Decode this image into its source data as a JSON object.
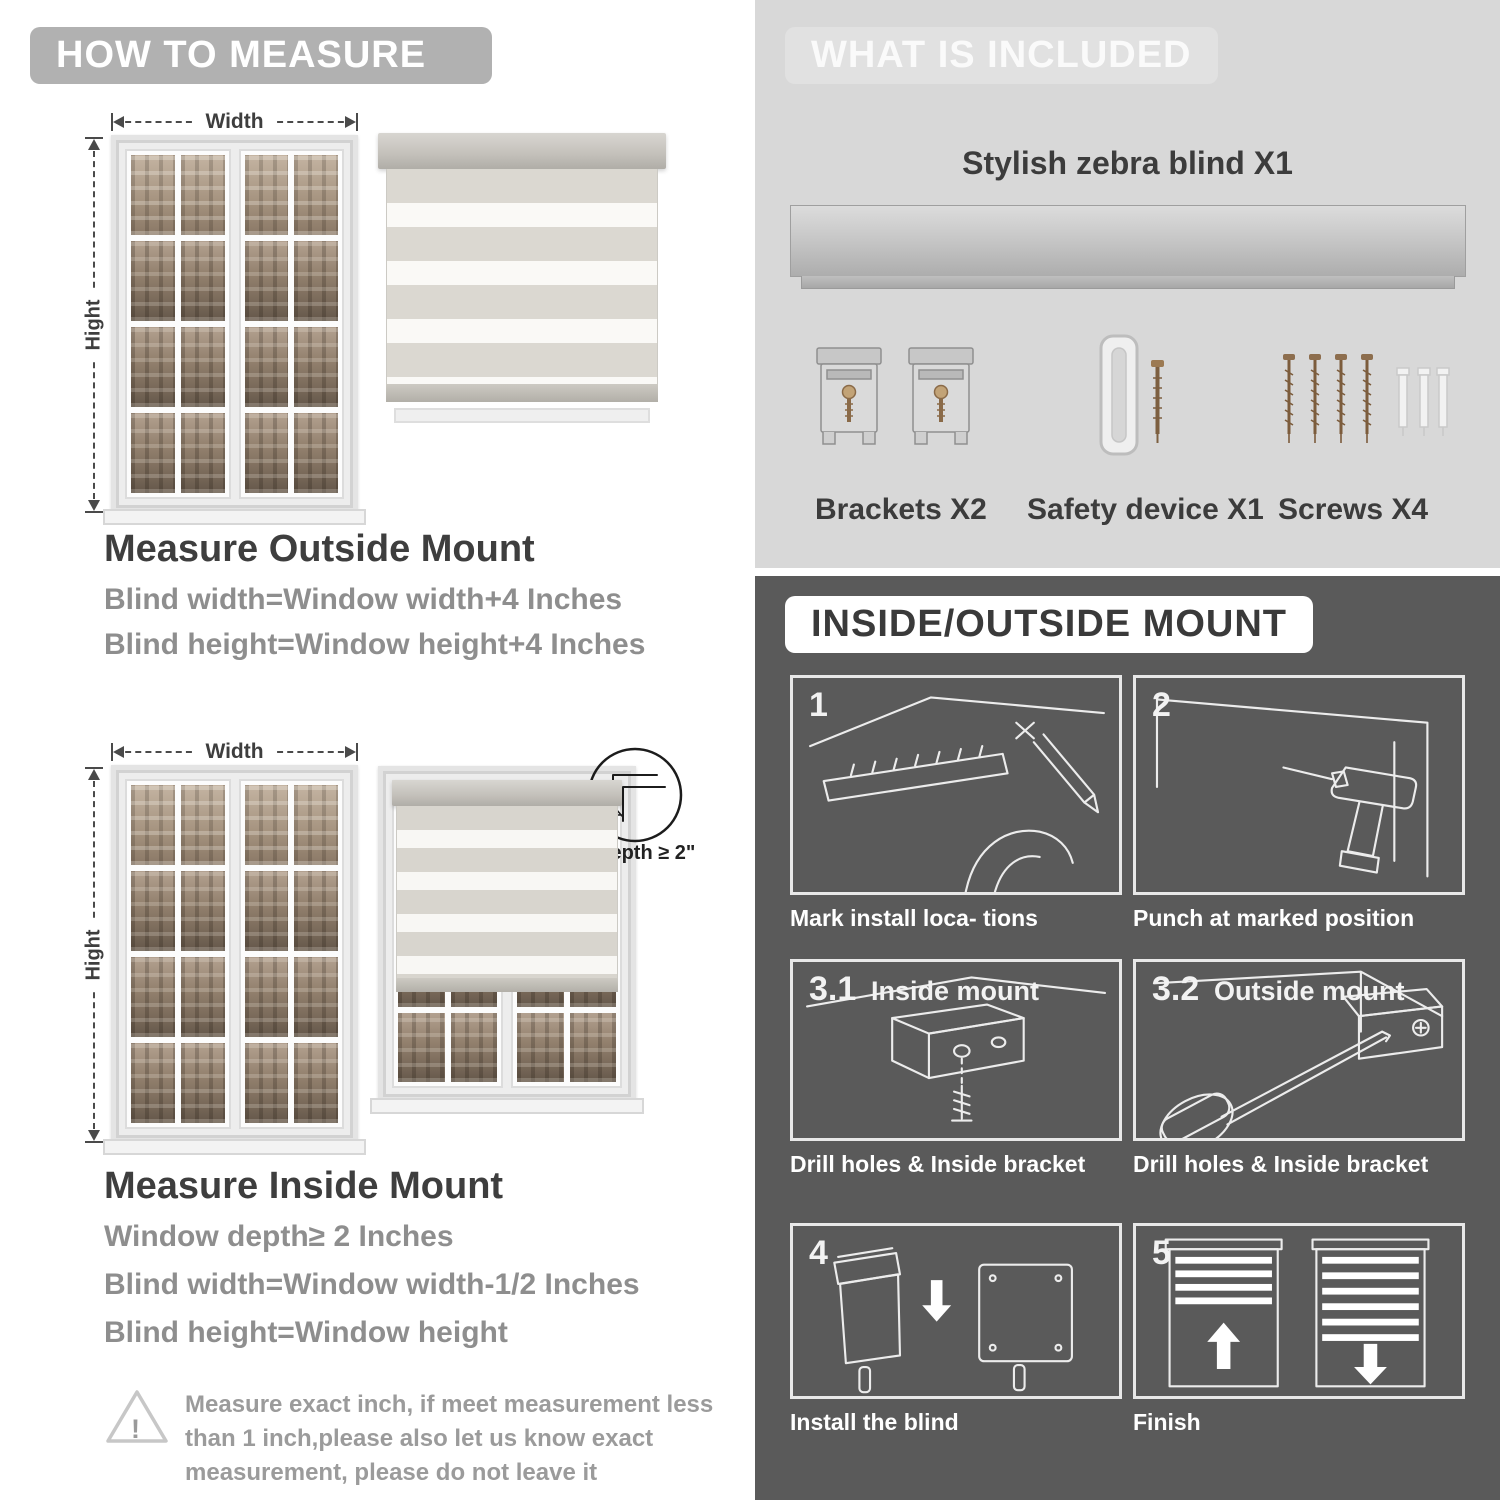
{
  "palette": {
    "light_section_bg": "#d8d8d8",
    "dark_section_bg": "#5a5a5a",
    "header_pill_gray": "#b1b1b1",
    "heading_text": "#3e3e3e",
    "body_text": "#8e8e8e"
  },
  "measure": {
    "header": "HOW TO MEASURE",
    "outside": {
      "width_label": "Width",
      "height_label": "Hight",
      "heading": "Measure Outside Mount",
      "lines": [
        "Blind width=Window width+4 Inches",
        "Blind height=Window height+4 Inches"
      ]
    },
    "inside": {
      "width_label": "Width",
      "height_label": "Hight",
      "depth_label": "Depth ≥ 2\"",
      "heading": "Measure Inside Mount",
      "lines": [
        "Window depth≥ 2 Inches",
        "Blind width=Window width-1/2 Inches",
        "Blind height=Window height"
      ]
    },
    "warning": {
      "mark": "!",
      "lines": [
        "Measure exact inch, if meet measurement less",
        "than 1 inch,please also let us know exact",
        "measurement, please do not leave it"
      ]
    }
  },
  "included": {
    "header": "WHAT IS INCLUDED",
    "blind_label": "Stylish zebra blind X1",
    "items": [
      {
        "name": "brackets",
        "label": "Brackets X2"
      },
      {
        "name": "safety-device",
        "label": "Safety device X1"
      },
      {
        "name": "screws",
        "label": "Screws X4"
      }
    ]
  },
  "mount": {
    "header": "INSIDE/OUTSIDE MOUNT",
    "steps": [
      {
        "num": "1",
        "caption": "Mark install loca- tions"
      },
      {
        "num": "2",
        "caption": "Punch at  marked position"
      },
      {
        "num": "3.1",
        "tag": "Inside mount",
        "caption": "Drill holes &  Inside bracket"
      },
      {
        "num": "3.2",
        "tag": "Outside mount",
        "caption": "Drill holes &  Inside bracket"
      },
      {
        "num": "4",
        "caption": "Install the blind"
      },
      {
        "num": "5",
        "caption": "Finish"
      }
    ]
  }
}
